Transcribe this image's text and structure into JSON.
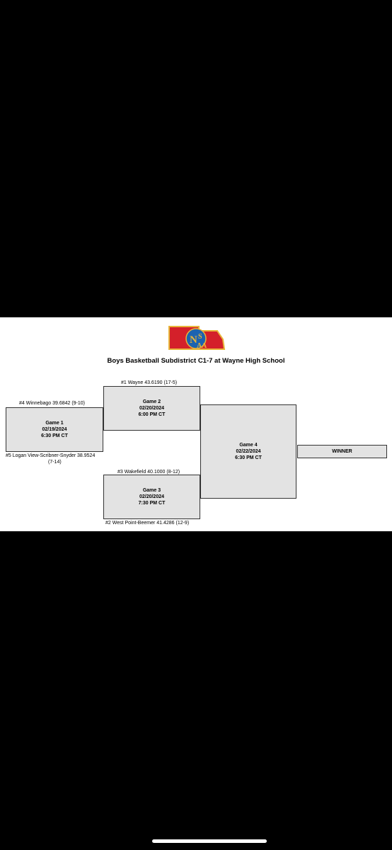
{
  "logo": {
    "text": "NSAA",
    "colors": {
      "state": "#d4202a",
      "outline": "#e8b53a",
      "circle": "#1c63b0"
    }
  },
  "title": "Boys Basketball Subdistrict C1-7 at Wayne High School",
  "games": {
    "game1": {
      "label": "Game 1",
      "date": "02/19/2024",
      "time": "6:30 PM CT",
      "top_team": "#4 Winnebago 39.6842 (9-10)",
      "bottom_team_line1": "#5 Logan View-Scribner-Snyder 38.9524",
      "bottom_team_line2": "(7-14)"
    },
    "game2": {
      "label": "Game 2",
      "date": "02/20/2024",
      "time": "6:00 PM CT",
      "top_team": "#1 Wayne 43.6190 (17-5)"
    },
    "game3": {
      "label": "Game 3",
      "date": "02/20/2024",
      "time": "7:30 PM CT",
      "top_team": "#3 Wakefield 40.1000 (8-12)",
      "bottom_team": "#2 West Point-Beemer 41.4286 (12-9)"
    },
    "game4": {
      "label": "Game 4",
      "date": "02/22/2024",
      "time": "6:30 PM CT"
    }
  },
  "winner_label": "WINNER"
}
